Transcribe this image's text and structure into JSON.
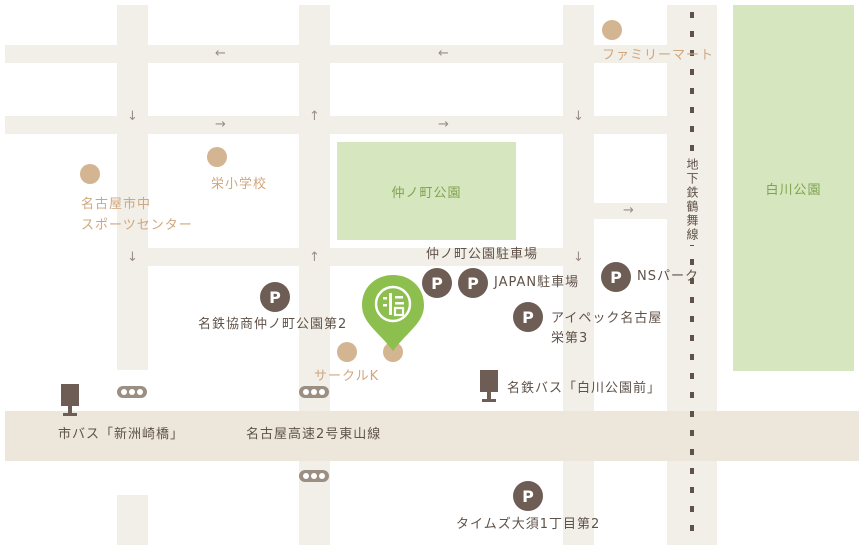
{
  "colors": {
    "road": "#f2efe8",
    "main_road": "#ede6db",
    "park": "#d6e6bf",
    "park_text": "#7ea44f",
    "poi": "#d3b592",
    "poi_text": "#cfa77e",
    "parking": "#6d5d55",
    "label_text": "#5f5248",
    "pin": "#8dbf4e"
  },
  "parks": {
    "nakanocho": "仲ノ町公園",
    "shirakawa": "白川公園"
  },
  "subway": "地下鉄鶴舞線",
  "highway": "名古屋高速2号東山線",
  "pois": {
    "family_mart": "ファミリーマート",
    "sakae_school": "栄小学校",
    "sports_center_line1": "名古屋市中",
    "sports_center_line2": "スポーツセンター",
    "circle_k": "サークルK"
  },
  "parking": {
    "icon_letter": "P",
    "nakanocho_lot": "仲ノ町公園駐車場",
    "japan_lot": "JAPAN駐車場",
    "ns_park": "NSパーク",
    "meitetsu_kyosho": "名鉄協商仲ノ町公園第2",
    "ipec_line1": "アイペック名古屋",
    "ipec_line2": "栄第3",
    "times": "タイムズ大須1丁目第2"
  },
  "bus_stops": {
    "shinsu": "市バス「新洲崎橋」",
    "shirakawa_koen_mae": "名鉄バス「白川公園前」"
  },
  "arrows": {
    "left": "←",
    "right": "→",
    "up": "↑",
    "down": "↓"
  }
}
